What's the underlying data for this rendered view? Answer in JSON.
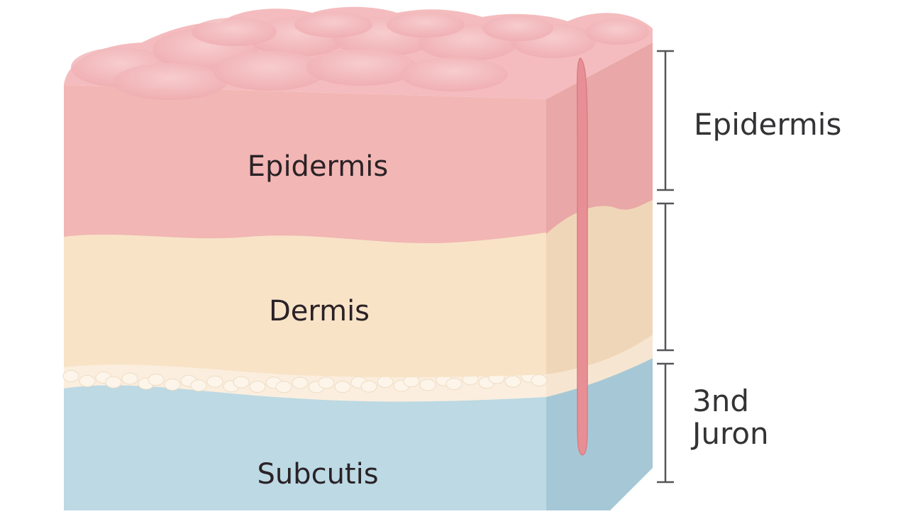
{
  "diagram": {
    "layers": [
      {
        "name": "Epidermis",
        "color": "#f2b6b4",
        "side_color": "#e9a7a7"
      },
      {
        "name": "Dermis",
        "color": "#f8e3c7",
        "side_color": "#f0d6b8"
      },
      {
        "name": "Subcutis",
        "color": "#bcd9e4",
        "side_color": "#a6c8d6"
      }
    ],
    "surface_color": "#f4bcbe",
    "hair_color": "#e88f95",
    "side_labels": {
      "top": "Epidermis",
      "bottom_line1": "3nd",
      "bottom_line2": "Juron"
    },
    "icons": {
      "hair": "hair-strand-icon"
    }
  }
}
